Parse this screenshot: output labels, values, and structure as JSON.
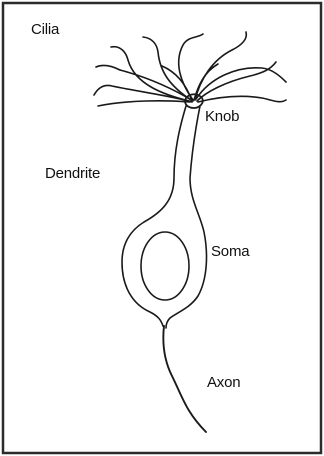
{
  "diagram": {
    "labels": {
      "cilia": "Cilia",
      "knob": "Knob",
      "dendrite": "Dendrite",
      "soma": "Soma",
      "axon": "Axon"
    },
    "colors": {
      "ink": "#1a1a1a",
      "border": "#2b2b2b",
      "background": "#ffffff"
    }
  }
}
